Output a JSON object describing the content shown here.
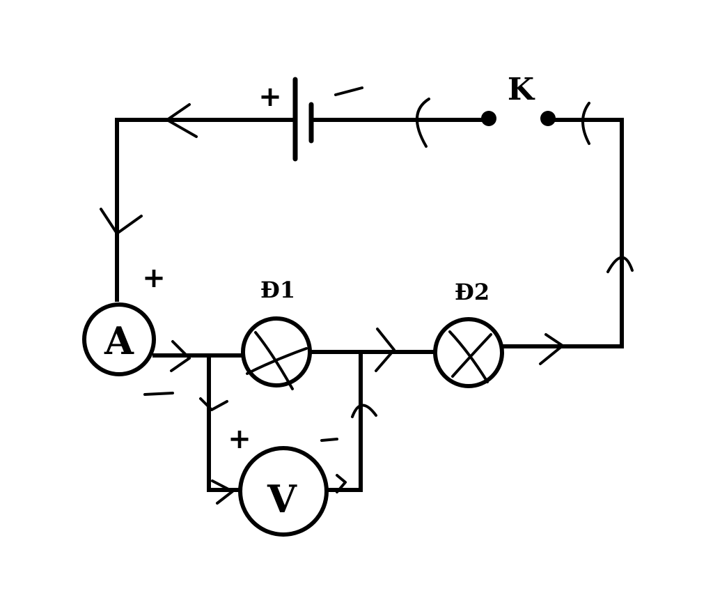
{
  "labels": {
    "switch": "K",
    "lamp1": "Đ1",
    "lamp2": "Đ2",
    "ammeter": "A",
    "voltmeter": "V",
    "battery_plus": "+",
    "ammeter_plus": "+",
    "voltmeter_plus": "+"
  },
  "colors": {
    "ink": "#000000",
    "background": "#ffffff"
  }
}
